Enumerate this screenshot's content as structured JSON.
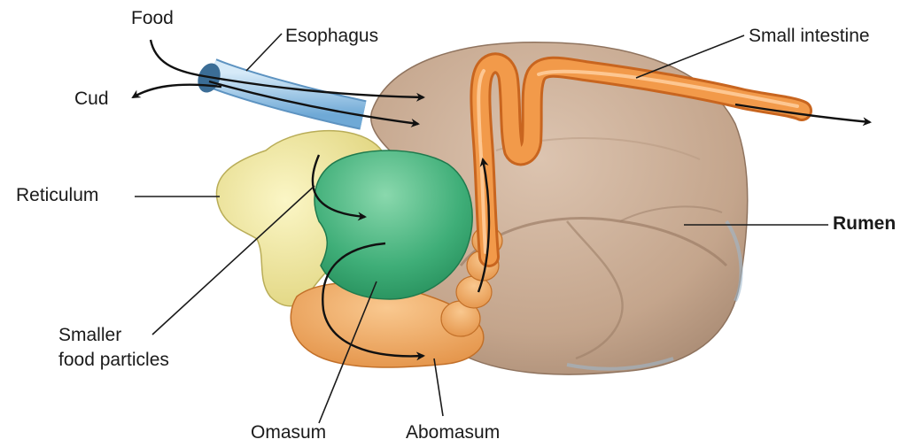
{
  "labels": {
    "food": "Food",
    "esophagus": "Esophagus",
    "cud": "Cud",
    "small_intestine": "Small intestine",
    "reticulum": "Reticulum",
    "rumen": "Rumen",
    "smaller_food_particles_1": "Smaller",
    "smaller_food_particles_2": "food particles",
    "omasum": "Omasum",
    "abomasum": "Abomasum"
  },
  "colors": {
    "rumen": "#c9ab93",
    "reticulum": "#efe7a0",
    "omasum": "#3fae78",
    "abomasum": "#f0a45a",
    "small_intestine": "#ee8a3a",
    "esophagus": "#9fc9ea",
    "arrows": "#111111",
    "leader_lines": "#1a1a1a"
  }
}
